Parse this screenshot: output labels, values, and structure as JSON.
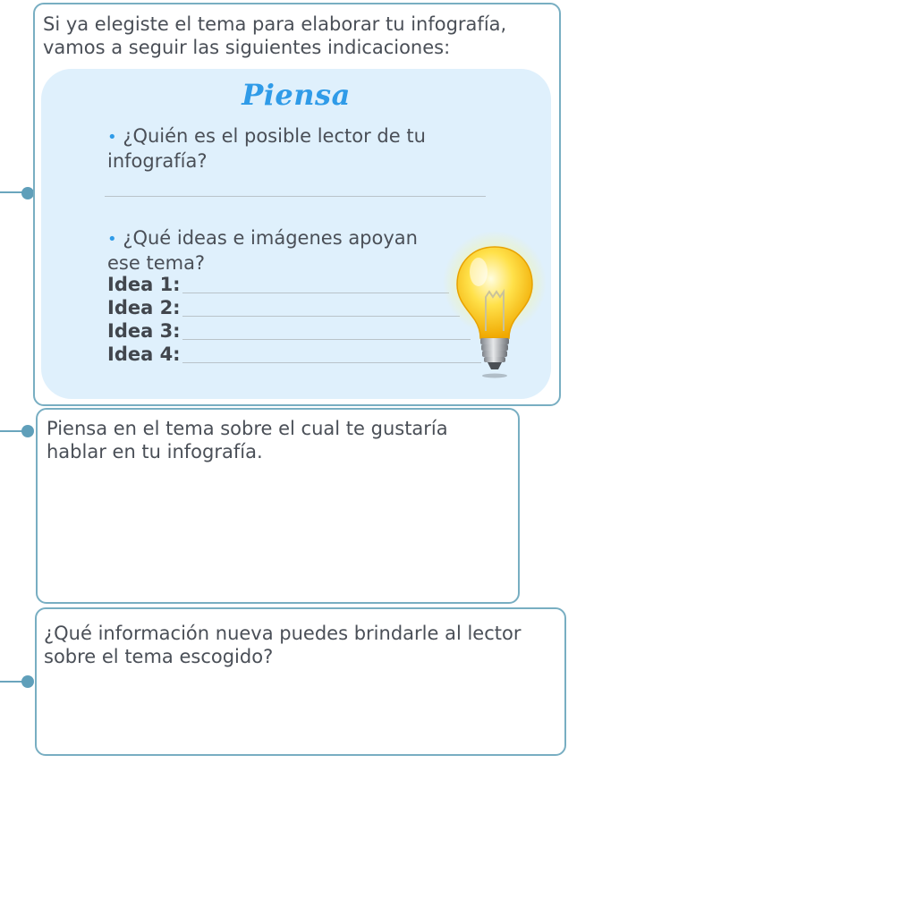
{
  "box1": {
    "intro_line1": "Si ya elegiste el tema para elaborar tu infografía,",
    "intro_line2": "vamos a seguir las siguientes indicaciones:",
    "panel": {
      "title": "Piensa",
      "bullet": "•",
      "q1_line1": "¿Quién es el posible lector de tu",
      "q1_line2": "infografía?",
      "q2_line1": "¿Qué ideas  e imágenes apoyan",
      "q2_line2": "ese tema?",
      "ideas": [
        "Idea 1:",
        "Idea 2:",
        "Idea 3:",
        "Idea 4:"
      ]
    },
    "bulb_icon": "light-bulb-icon"
  },
  "box2": {
    "line1": "Piensa en el tema sobre el cual te gustaría",
    "line2": "hablar en tu infografía."
  },
  "box3": {
    "line1": "¿Qué información nueva puedes brindarle al lector",
    "line2": "sobre el tema escogido?"
  },
  "colors": {
    "border": "#78aec2",
    "panel_bg": "#dff0fc",
    "accent": "#2f9be8",
    "text": "#4a4f57"
  }
}
